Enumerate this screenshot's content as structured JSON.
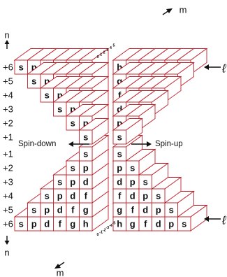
{
  "orbital_sequence": [
    "s",
    "p",
    "d",
    "f",
    "g",
    "h"
  ],
  "periods": [
    {
      "n_label": "+6",
      "count": 6
    },
    {
      "n_label": "+5",
      "count": 5
    },
    {
      "n_label": "+4",
      "count": 4
    },
    {
      "n_label": "+3",
      "count": 3
    },
    {
      "n_label": "+2",
      "count": 2
    },
    {
      "n_label": "+1",
      "count": 1
    }
  ],
  "top_block": {
    "n_axis_label": "n",
    "m_axis_label": "m",
    "l_axis_label": "ℓ",
    "m_labels": [
      "0",
      "1",
      "2",
      "3",
      "4",
      "5"
    ]
  },
  "bottom_block": {
    "n_axis_label": "n",
    "m_axis_label": "m",
    "l_axis_label": "ℓ",
    "m_labels": [
      "0",
      "-1",
      "-2",
      "-3",
      "-4",
      "-5"
    ]
  },
  "spin_down_label": "Spin-down",
  "spin_up_label": "Spin-up",
  "colors": {
    "cell_border": "#c0202a",
    "text": "#111111",
    "background": "#ffffff"
  }
}
